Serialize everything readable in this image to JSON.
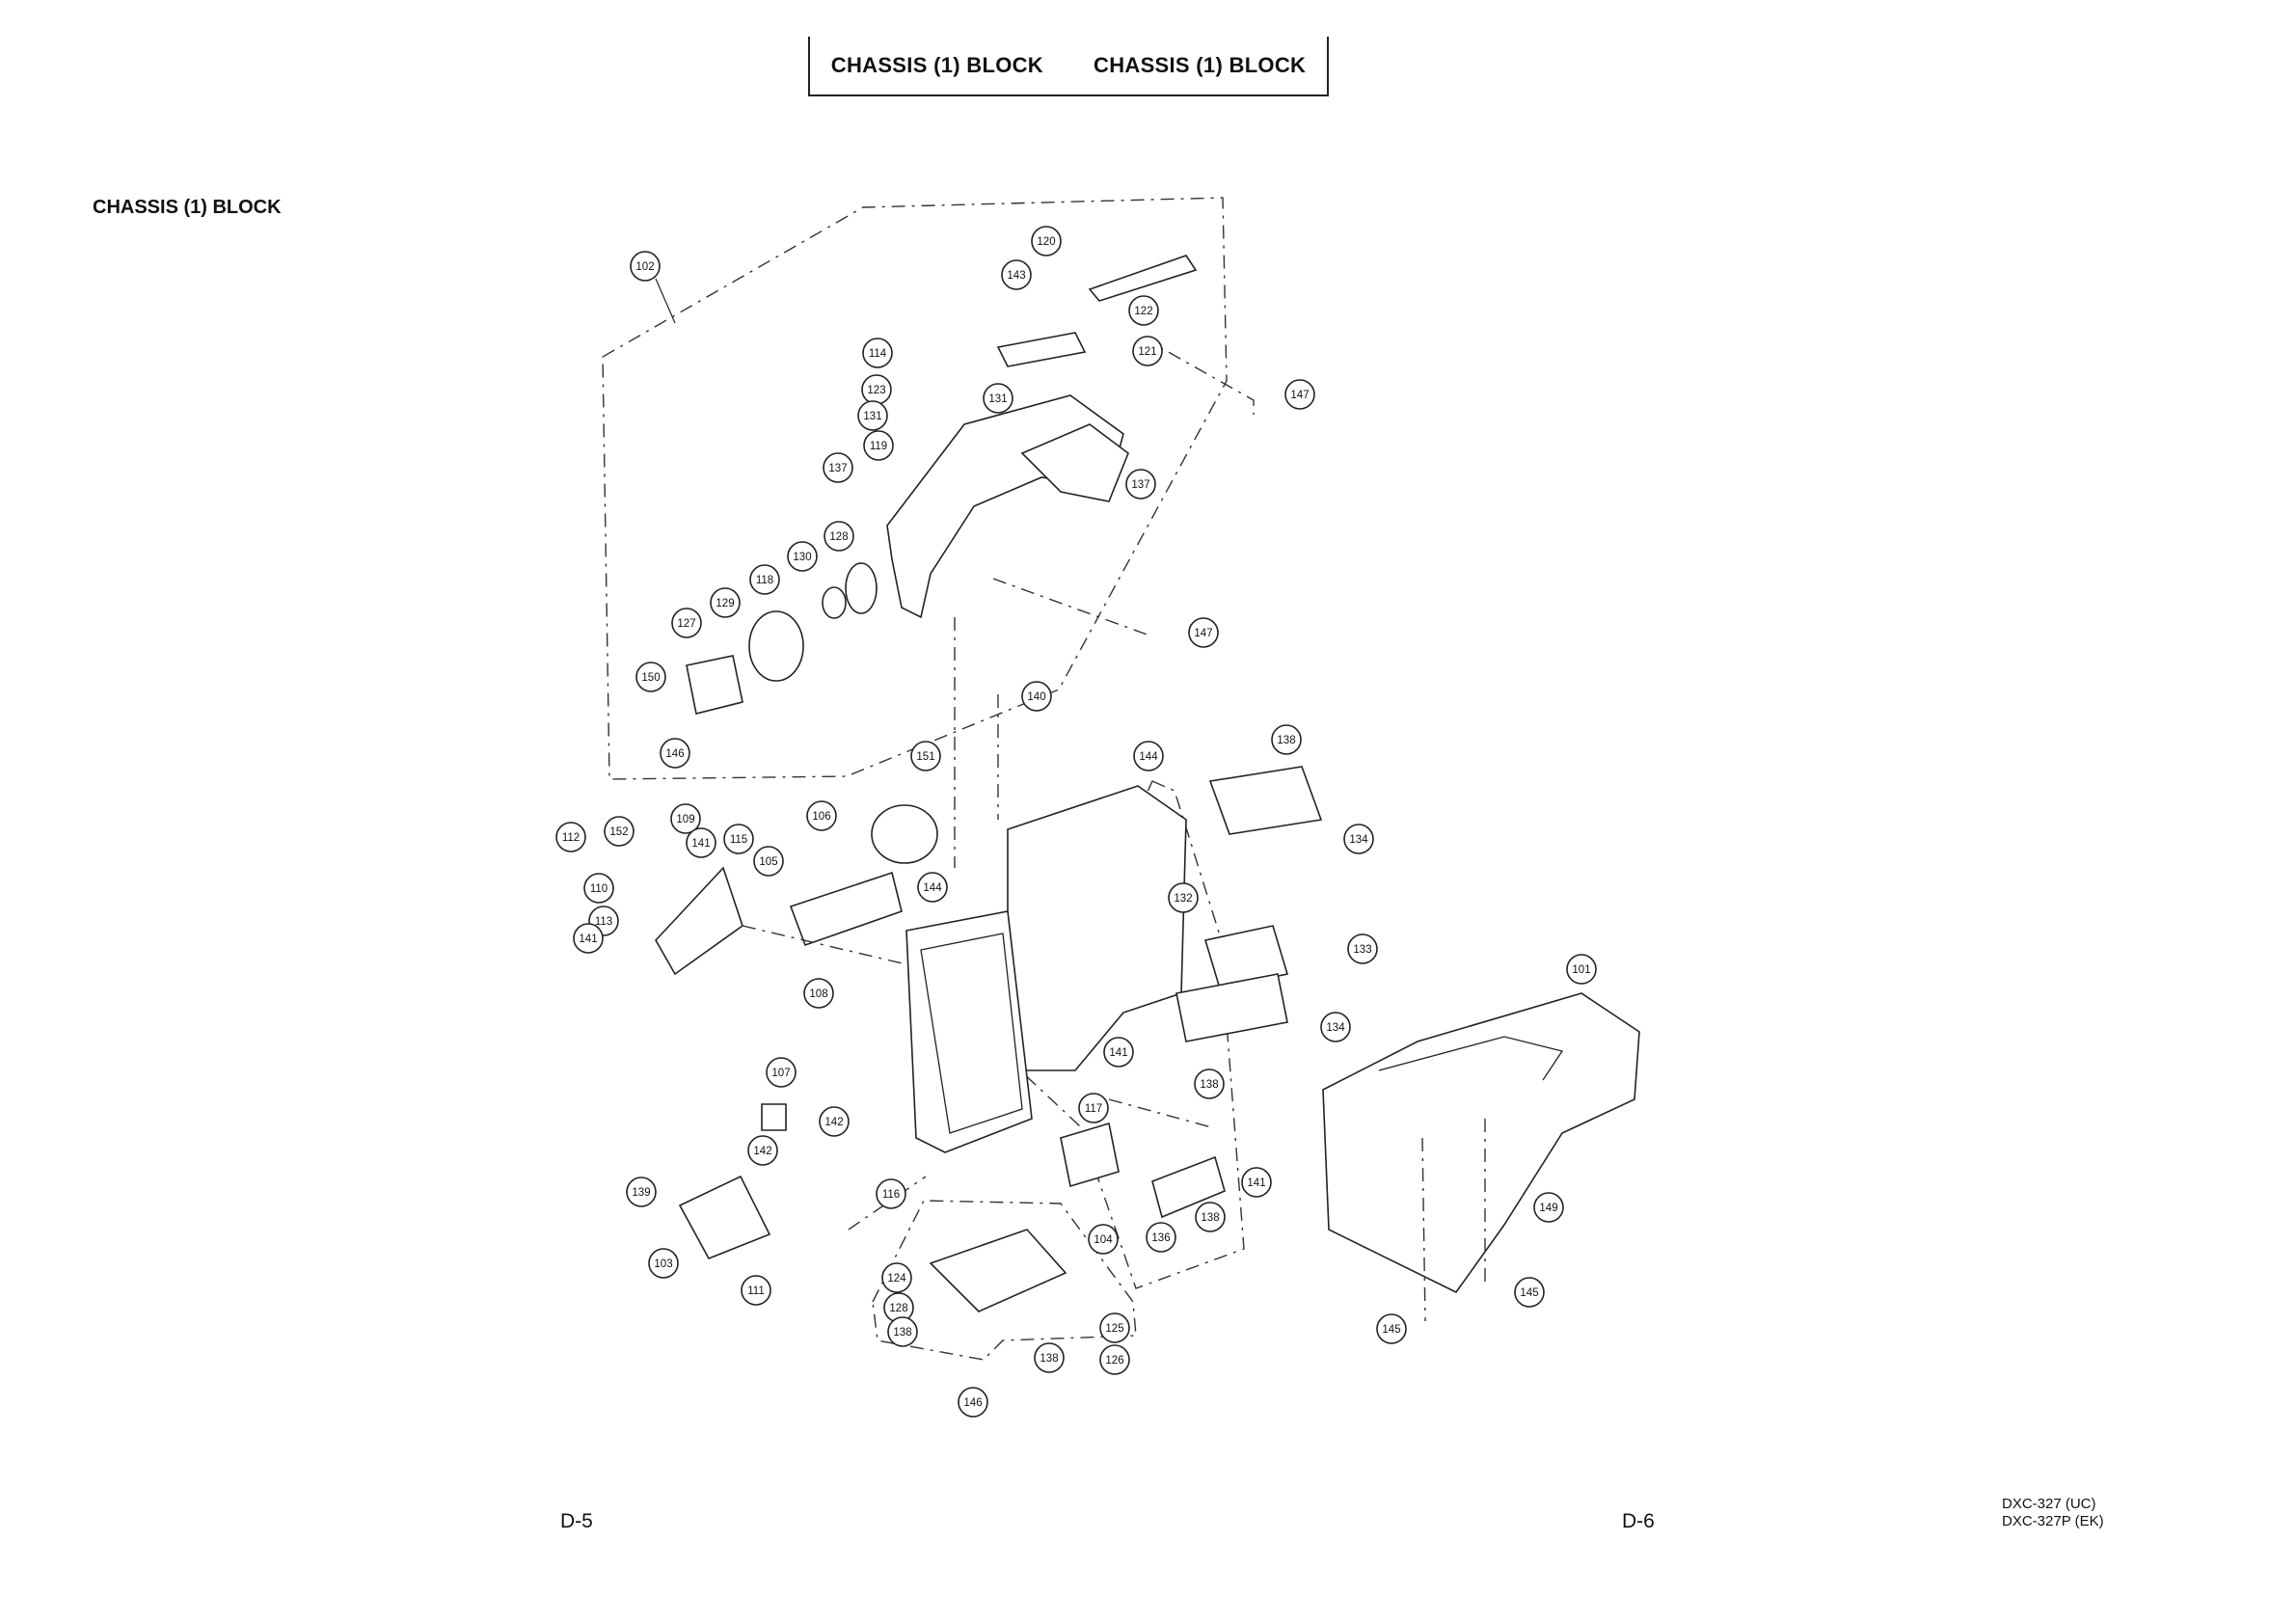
{
  "header": {
    "left": "CHASSIS (1) BLOCK",
    "right": "CHASSIS (1) BLOCK"
  },
  "section_title": "CHASSIS (1) BLOCK",
  "page_left": "D-5",
  "page_right": "D-6",
  "model": [
    "DXC-327 (UC)",
    "DXC-327P (EK)"
  ],
  "callouts": [
    "120",
    "143",
    "122",
    "121",
    "114",
    "123",
    "131",
    "131",
    "119",
    "147",
    "137",
    "137",
    "128",
    "130",
    "118",
    "129",
    "127",
    "150",
    "146",
    "147",
    "140",
    "151",
    "138",
    "144",
    "106",
    "109",
    "152",
    "141",
    "112",
    "115",
    "105",
    "110",
    "113",
    "141",
    "144",
    "134",
    "132",
    "133",
    "108",
    "101",
    "134",
    "141",
    "138",
    "107",
    "117",
    "142",
    "142",
    "139",
    "116",
    "136",
    "141",
    "138",
    "149",
    "103",
    "111",
    "104",
    "124",
    "128",
    "138",
    "125",
    "138",
    "126",
    "146",
    "145",
    "145",
    "102"
  ]
}
